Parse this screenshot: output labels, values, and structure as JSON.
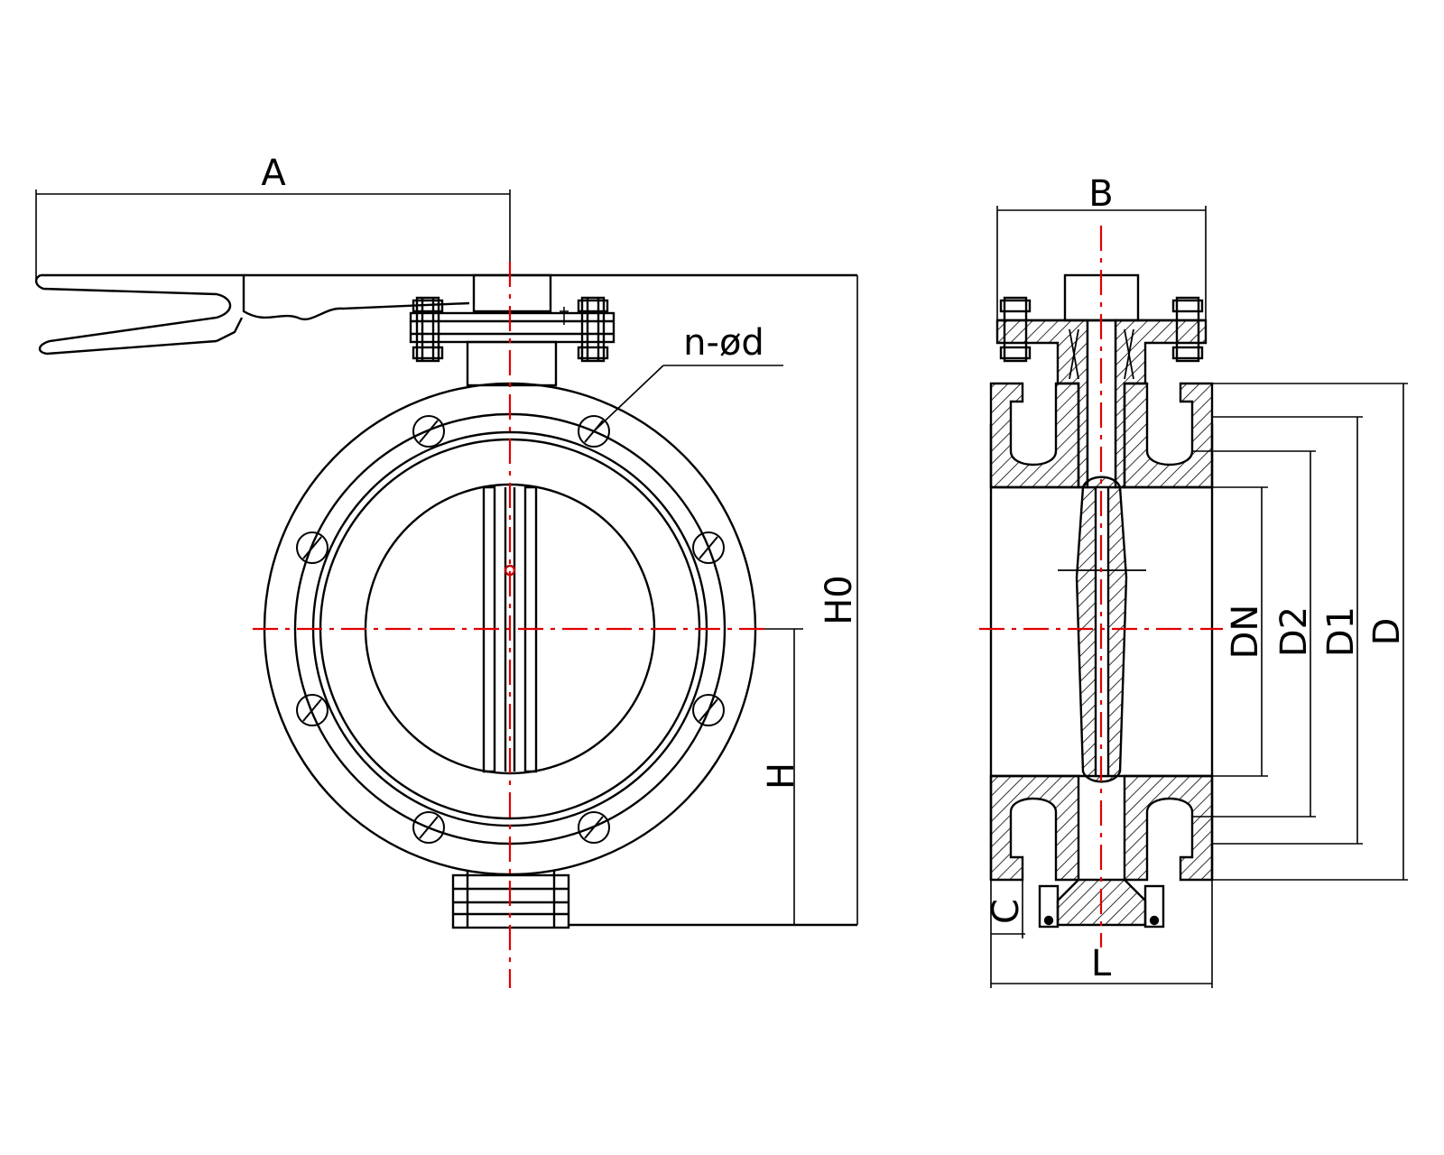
{
  "drawing": {
    "labels": {
      "A": "A",
      "B": "B",
      "n_d": "n-ød",
      "H0": "H0",
      "H": "H",
      "C": "C",
      "L": "L",
      "DN": "DN",
      "D2": "D2",
      "D1": "D1",
      "D": "D"
    },
    "colors": {
      "outline": "#000000",
      "centerline": "#e00000",
      "background": "#ffffff"
    }
  }
}
